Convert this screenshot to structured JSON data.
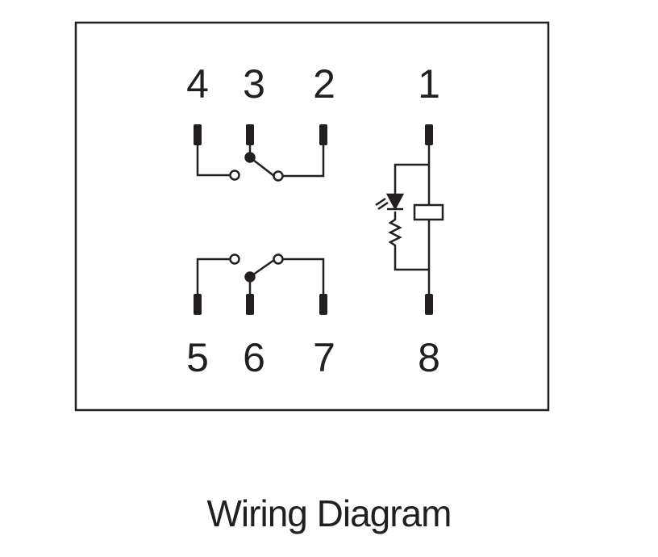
{
  "diagram": {
    "caption": "Wiring Diagram",
    "pins": {
      "top": [
        "4",
        "3",
        "2",
        "1"
      ],
      "bottom": [
        "5",
        "6",
        "7",
        "8"
      ]
    },
    "components": {
      "contacts": "two changeover (SPDT) switch contacts",
      "coil": "relay coil between pins 1 and 8",
      "indicator": "LED indicator with series resistor in parallel with coil"
    },
    "colors": {
      "ink": "#231f20",
      "background": "#ffffff"
    }
  }
}
